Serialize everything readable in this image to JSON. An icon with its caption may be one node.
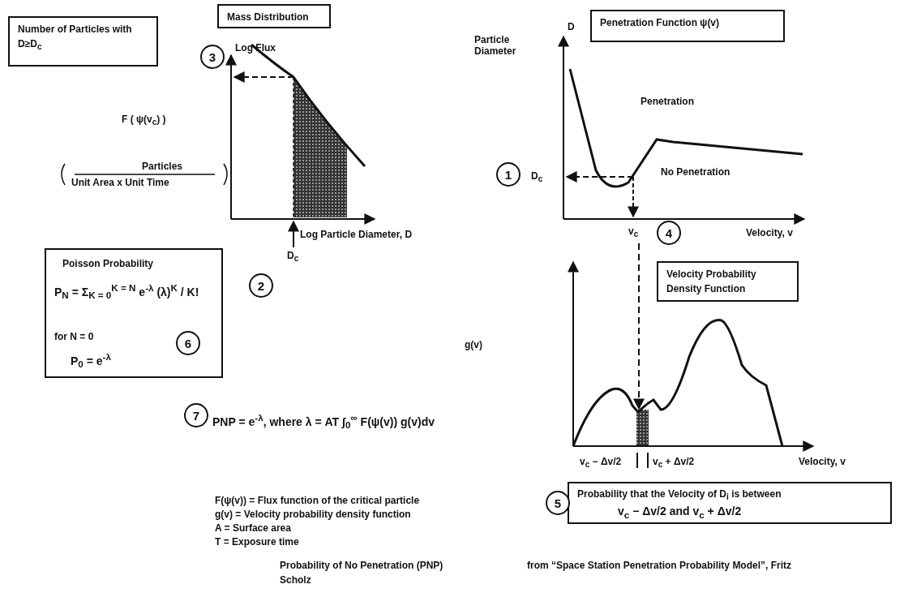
{
  "diagram": {
    "caption": "Probability of No Penetration (PNP)",
    "nodes": [
      {
        "text": [
          "Number of Particles with D≥D$_{c}$"
        ]
      },
      {
        "text": [
          "Mass Distribution"
        ]
      },
      {
        "text": [
          "Penetration Function ψ(v)"
        ]
      },
      {
        "text": [
          "3"
        ]
      },
      {
        "text": [
          "1"
        ]
      },
      {
        "text": [
          "2"
        ]
      },
      {
        "text": [
          "4"
        ]
      },
      {
        "text": [
          "Velocity Probability Density Function"
        ]
      },
      {
        "text": [
          "Poisson Probability",
          "P$_{N}$ = Σ$_{K = 0}$$^{K = N}$ e$^{-λ}$ (λ)$^{K}$ / K!",
          "for N = 0",
          "P$_{0}$ = e$^{-λ}$"
        ]
      },
      {
        "text": [
          "6"
        ],
        "in": 8
      },
      {
        "text": [
          "7"
        ]
      },
      {
        "text": [
          "Probability that the Velocity of D$_{i}$ is between",
          "v$_{c}$ − Δv/2 and v$_{c}$ + Δv/2"
        ]
      },
      {
        "text": [
          "5"
        ]
      }
    ],
    "labels": [
      "Log Flux",
      "F ( ψ(v$_{c}$) )",
      "Particles",
      "Unit Area x Unit Time",
      "Log Particle Diameter, D",
      "D$_{c}$",
      "D",
      "Particle Diameter",
      "Penetration",
      "No Penetration",
      "D$_{c}$",
      "Velocity, v",
      "v$_{c}$",
      "g(v)",
      "v$_{c}$ − Δv/2",
      "v$_{c}$ + Δv/2",
      "Velocity, v",
      "PNP = e$^{-λ}$, where λ = AT ∫$_{0}$$^{∞}$ F(ψ(v)) g(v)dv",
      "F(ψ(v)) = Flux function of the critical particle",
      "g(v) = Velocity probability density function",
      "A = Surface area",
      "T = Exposure time",
      "from “Space Station Penetration Probability Model”, Fritz",
      "Scholz"
    ]
  }
}
